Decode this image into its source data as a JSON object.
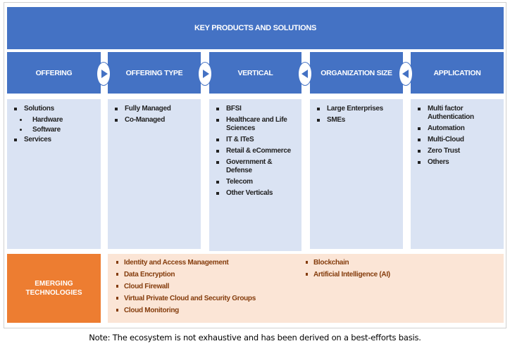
{
  "title": "KEY PRODUCTS AND SOLUTIONS",
  "columns": [
    {
      "label": "OFFERING",
      "items": [
        {
          "text": "Solutions",
          "sub": [
            "Hardware",
            "Software"
          ]
        },
        {
          "text": "Services"
        }
      ]
    },
    {
      "label": "OFFERING TYPE",
      "items": [
        {
          "text": "Fully Managed"
        },
        {
          "text": "Co-Managed"
        }
      ]
    },
    {
      "label": "VERTICAL",
      "items": [
        {
          "text": "BFSI"
        },
        {
          "text": "Healthcare and Life Sciences"
        },
        {
          "text": "IT & ITeS"
        },
        {
          "text": "Retail & eCommerce"
        },
        {
          "text": "Government & Defense"
        },
        {
          "text": "Telecom"
        },
        {
          "text": "Other Verticals"
        }
      ]
    },
    {
      "label": "ORGANIZATION SIZE",
      "items": [
        {
          "text": "Large Enterprises"
        },
        {
          "text": "SMEs"
        }
      ]
    },
    {
      "label": "APPLICATION",
      "items": [
        {
          "text": "Multi factor Authentication"
        },
        {
          "text": "Automation"
        },
        {
          "text": "Multi-Cloud"
        },
        {
          "text": "Zero Trust"
        },
        {
          "text": "Others"
        }
      ]
    }
  ],
  "emerging": {
    "label": "EMERGING TECHNOLOGIES",
    "left": [
      "Identity and Access Management",
      "Data Encryption",
      "Cloud Firewall",
      "Virtual Private Cloud and Security Groups",
      "Cloud Monitoring"
    ],
    "right": [
      "Blockchain",
      "Artificial Intelligence (AI)"
    ]
  },
  "note": "Note: The ecosystem is not exhaustive and has been derived on a best-efforts basis.",
  "colors": {
    "blue": "#4472c4",
    "light_blue": "#dae3f3",
    "orange": "#ed7d31",
    "peach": "#fbe5d6"
  }
}
